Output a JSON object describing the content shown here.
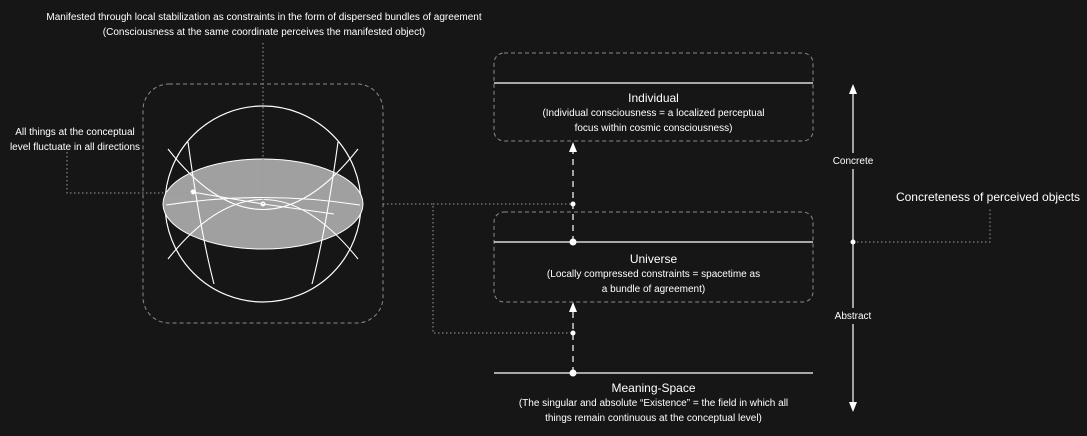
{
  "top_note": {
    "line1": "Manifested through local stabilization as constraints in the form of dispersed bundles of agreement",
    "line2": "(Consciousness at the same coordinate perceives the manifested object)"
  },
  "left_note": {
    "line1": "All things at the conceptual",
    "line2": "level fluctuate in all directions"
  },
  "levels": {
    "individual": {
      "title": "Individual",
      "desc1": "(Individual consciousness = a localized perceptual",
      "desc2": "focus within cosmic consciousness)"
    },
    "universe": {
      "title": "Universe",
      "desc1": "(Locally compressed constraints = spacetime as",
      "desc2": "a bundle of agreement)"
    },
    "meaning_space": {
      "title": "Meaning-Space",
      "desc1": "(The singular and absolute “Existence” = the field in which all",
      "desc2": "things remain continuous at the conceptual level)"
    }
  },
  "axis": {
    "top_label": "Concrete",
    "bottom_label": "Abstract",
    "side_label": "Concreteness of perceived objects"
  },
  "colors": {
    "background": "#161616",
    "line": "#ffffff",
    "disc_fill": "#a0a0a0",
    "dashed_border": "#8a8a8a"
  }
}
